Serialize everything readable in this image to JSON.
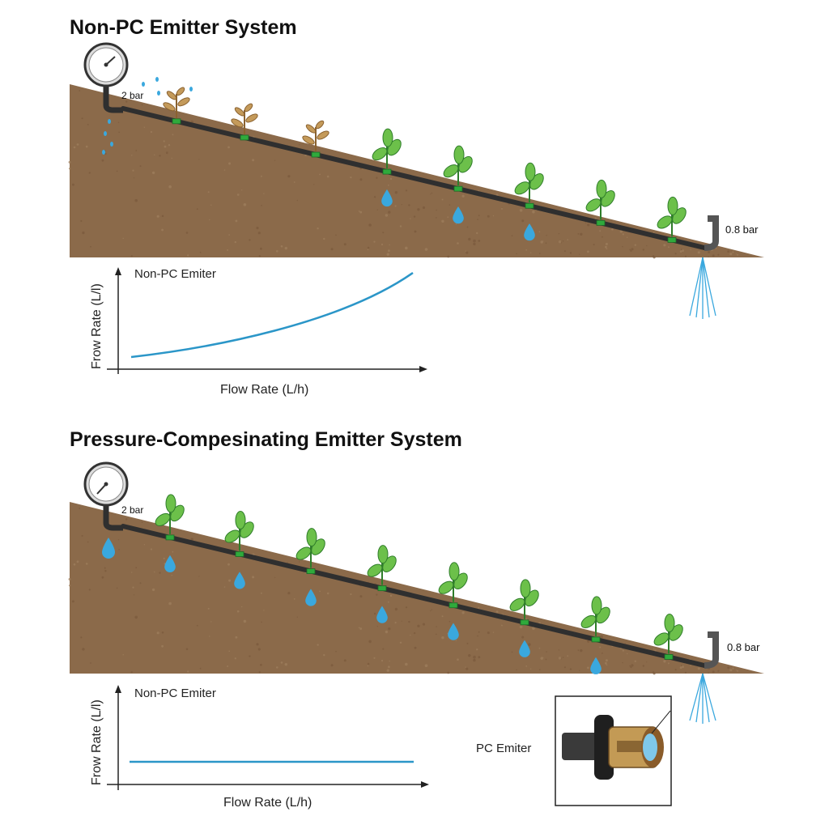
{
  "panels": [
    {
      "id": "non-pc",
      "title": "Non-PC Emitter System",
      "gauge_inlet_label": "2 bar",
      "gauge_outlet_label": "0.8 bar",
      "plant_condition": [
        "wilted",
        "wilted",
        "wilted",
        "healthy",
        "healthy",
        "healthy",
        "healthy",
        "healthy"
      ],
      "drip_at_emitter": [
        false,
        false,
        false,
        true,
        true,
        true,
        false,
        false
      ],
      "graph": {
        "legend": "Non-PC Emiter",
        "ylabel": "Frow Rate (L/l)",
        "xlabel": "Flow Rate (L/h)"
      }
    },
    {
      "id": "pc",
      "title": "Pressure-Compesinating Emitter System",
      "gauge_inlet_label": "2 bar",
      "gauge_outlet_label": "0.8 bar",
      "plant_condition": [
        "healthy",
        "healthy",
        "healthy",
        "healthy",
        "healthy",
        "healthy",
        "healthy",
        "healthy"
      ],
      "drip_at_emitter": [
        true,
        true,
        true,
        true,
        true,
        true,
        true,
        false
      ],
      "graph": {
        "legend": "Non-PC Emiter",
        "ylabel": "Frow Rate (L/l)",
        "xlabel": "Flow Rate (L/h)"
      },
      "inset_label": "PC Emiter"
    }
  ],
  "colors": {
    "soil": "#8b6a4a",
    "pipe": "#2f2f2f",
    "emitter": "#2faa3c",
    "water": "#3aa8de",
    "curve": "#2b96c8",
    "leaf": "#6cc04a",
    "wilted": "#c49a5a"
  }
}
